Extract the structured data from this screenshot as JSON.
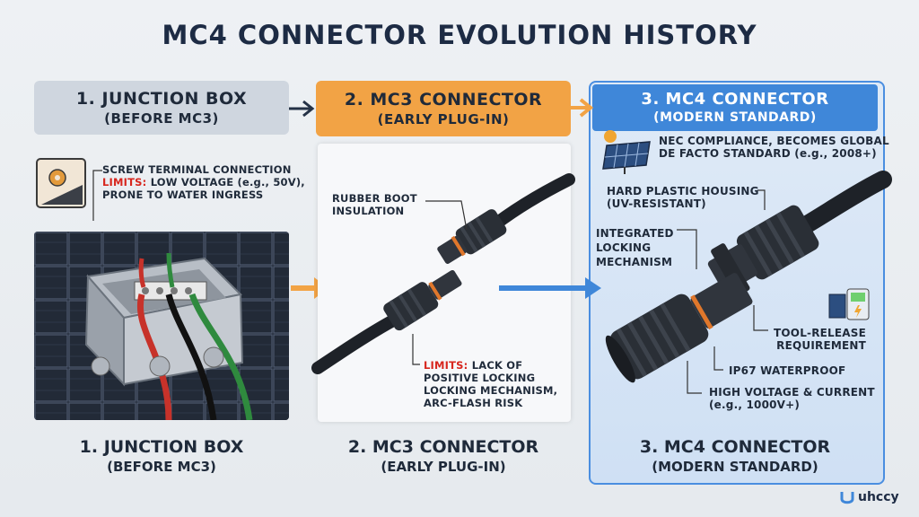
{
  "title": "MC4 CONNECTOR EVOLUTION HISTORY",
  "stages": [
    {
      "name": "1. JUNCTION BOX",
      "sub": "(BEFORE MC3)"
    },
    {
      "name": "2. MC3 CONNECTOR",
      "sub": "(EARLY PLUG-IN)"
    },
    {
      "name": "3. MC4 CONNECTOR",
      "sub": "(MODERN STANDARD)"
    }
  ],
  "junction": {
    "note1": "SCREW TERMINAL CONNECTION",
    "limits_label": "LIMITS:",
    "limits_text1": "LOW VOLTAGE (e.g., 50V),",
    "limits_text2": "PRONE TO WATER INGRESS"
  },
  "mc3": {
    "boot_line1": "RUBBER BOOT",
    "boot_line2": "INSULATION",
    "limits_label": "LIMITS:",
    "limits_text1": "LACK OF",
    "limits_text2": "POSITIVE LOCKING",
    "limits_text3": "LOCKING MECHANISM,",
    "limits_text4": "ARC-FLASH RISK"
  },
  "mc4": {
    "nec_line1": "NEC COMPLIANCE, BECOMES GLOBAL",
    "nec_line2": "DE FACTO STANDARD (e.g., 2008+)",
    "housing_line1": "HARD PLASTIC HOUSING",
    "housing_line2": "(UV-RESISTANT)",
    "lock_line1": "INTEGRATED",
    "lock_line2": "LOCKING",
    "lock_line3": "MECHANISM",
    "tool_line1": "TOOL-RELEASE",
    "tool_line2": "REQUIREMENT",
    "ip67": "IP67 WATERPROOF",
    "hv_line1": "HIGH VOLTAGE & CURRENT",
    "hv_line2": "(e.g., 1000V+)"
  },
  "logo": "uhccy",
  "colors": {
    "orange": "#f2a345",
    "blue": "#3f87d9",
    "gray": "#cfd6df",
    "red": "#d7261e"
  }
}
